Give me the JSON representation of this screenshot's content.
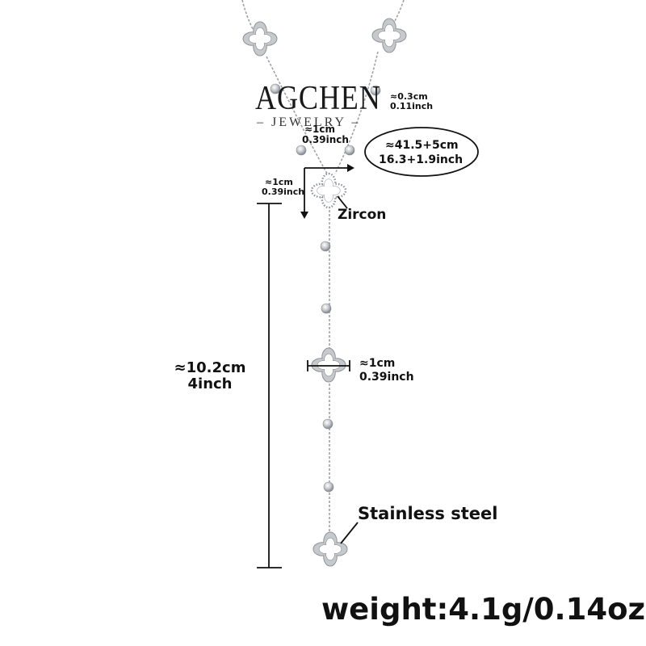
{
  "brand": {
    "name": "AGCHEN",
    "tagline": "– JEWELRY –"
  },
  "dims": {
    "bead_cm": "≈0.3cm",
    "bead_in": "0.11inch",
    "pendant_cm": "≈1cm",
    "pendant_in": "0.39inch",
    "zircon_cm": "≈1cm",
    "zircon_in": "0.39inch",
    "clover_cm": "≈1cm",
    "clover_in": "0.39inch",
    "chain_cm": "≈41.5+5cm",
    "chain_in": "16.3+1.9inch",
    "drop_cm": "≈10.2cm",
    "drop_in": "4inch"
  },
  "labels": {
    "zircon": "Zircon",
    "steel": "Stainless steel"
  },
  "weight": "weight:4.1g/0.14oz",
  "colors": {
    "metal": "#b9bcc0",
    "metal_dark": "#8f9398",
    "text": "#111111"
  }
}
